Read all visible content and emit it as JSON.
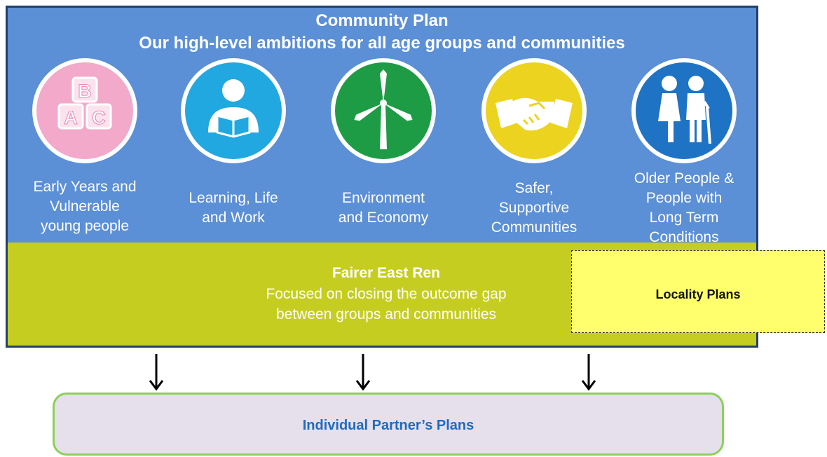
{
  "header": {
    "title": "Community Plan",
    "subtitle": "Our high-level ambitions for all age groups and communities"
  },
  "themes": [
    {
      "icon": "abc-blocks-icon",
      "color": "#f3a9c9",
      "lines": [
        "Early Years and",
        "Vulnerable",
        "young people"
      ]
    },
    {
      "icon": "person-reading-icon",
      "color": "#22a8e0",
      "lines": [
        "Learning, Life",
        "and Work"
      ]
    },
    {
      "icon": "wind-turbine-icon",
      "color": "#1e9c45",
      "lines": [
        "Environment",
        "and Economy"
      ]
    },
    {
      "icon": "handshake-icon",
      "color": "#ecd320",
      "lines": [
        "Safer,",
        "Supportive",
        "Communities"
      ]
    },
    {
      "icon": "elderly-couple-icon",
      "color": "#1f73c4",
      "lines": [
        "Older People &",
        "People with",
        "Long Term",
        "Conditions"
      ]
    }
  ],
  "fairer": {
    "title": "Fairer East Ren",
    "lines": [
      "Focused on closing the outcome gap",
      "between groups and communities"
    ]
  },
  "locality": {
    "label": "Locality Plans"
  },
  "partner": {
    "label": "Individual Partner’s Plans"
  },
  "colors": {
    "frame_border": "#22406b",
    "blue_band": "#5b8fd6",
    "green_band": "#c6cd21",
    "locality_fill": "#ffff6e",
    "partner_fill": "#e5e0ec",
    "partner_border": "#8cd15a",
    "partner_text": "#1f6bbf"
  }
}
